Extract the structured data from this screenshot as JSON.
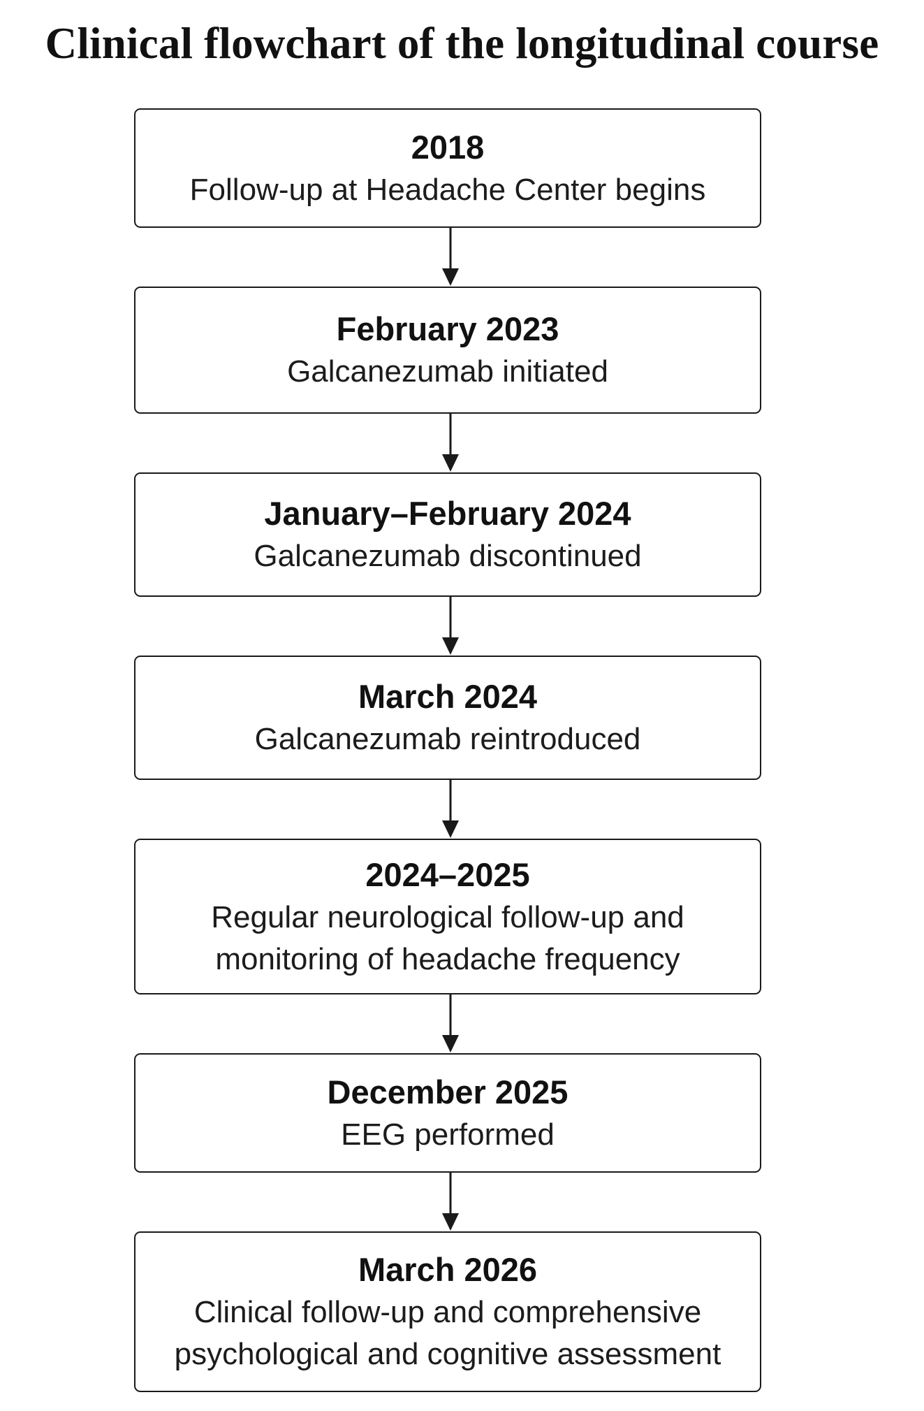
{
  "title": "Clinical flowchart of the longitudinal course",
  "steps": [
    {
      "date": "2018",
      "lines": [
        "Follow-up at Headache Center begins"
      ]
    },
    {
      "date": "February 2023",
      "lines": [
        "Galcanezumab initiated"
      ]
    },
    {
      "date": "January–February 2024",
      "lines": [
        "Galcanezumab discontinued"
      ]
    },
    {
      "date": "March 2024",
      "lines": [
        "Galcanezumab reintroduced"
      ]
    },
    {
      "date": "2024–2025",
      "lines": [
        "Regular neurological follow-up and",
        "monitoring of headache frequency"
      ]
    },
    {
      "date": "December 2025",
      "lines": [
        "EEG performed"
      ]
    },
    {
      "date": "March 2026",
      "lines": [
        "Clinical follow-up and comprehensive",
        "psychological and cognitive assessment"
      ]
    }
  ],
  "colors": {
    "stroke": "#1a1a1a",
    "text": "#111111",
    "background": "#ffffff"
  }
}
